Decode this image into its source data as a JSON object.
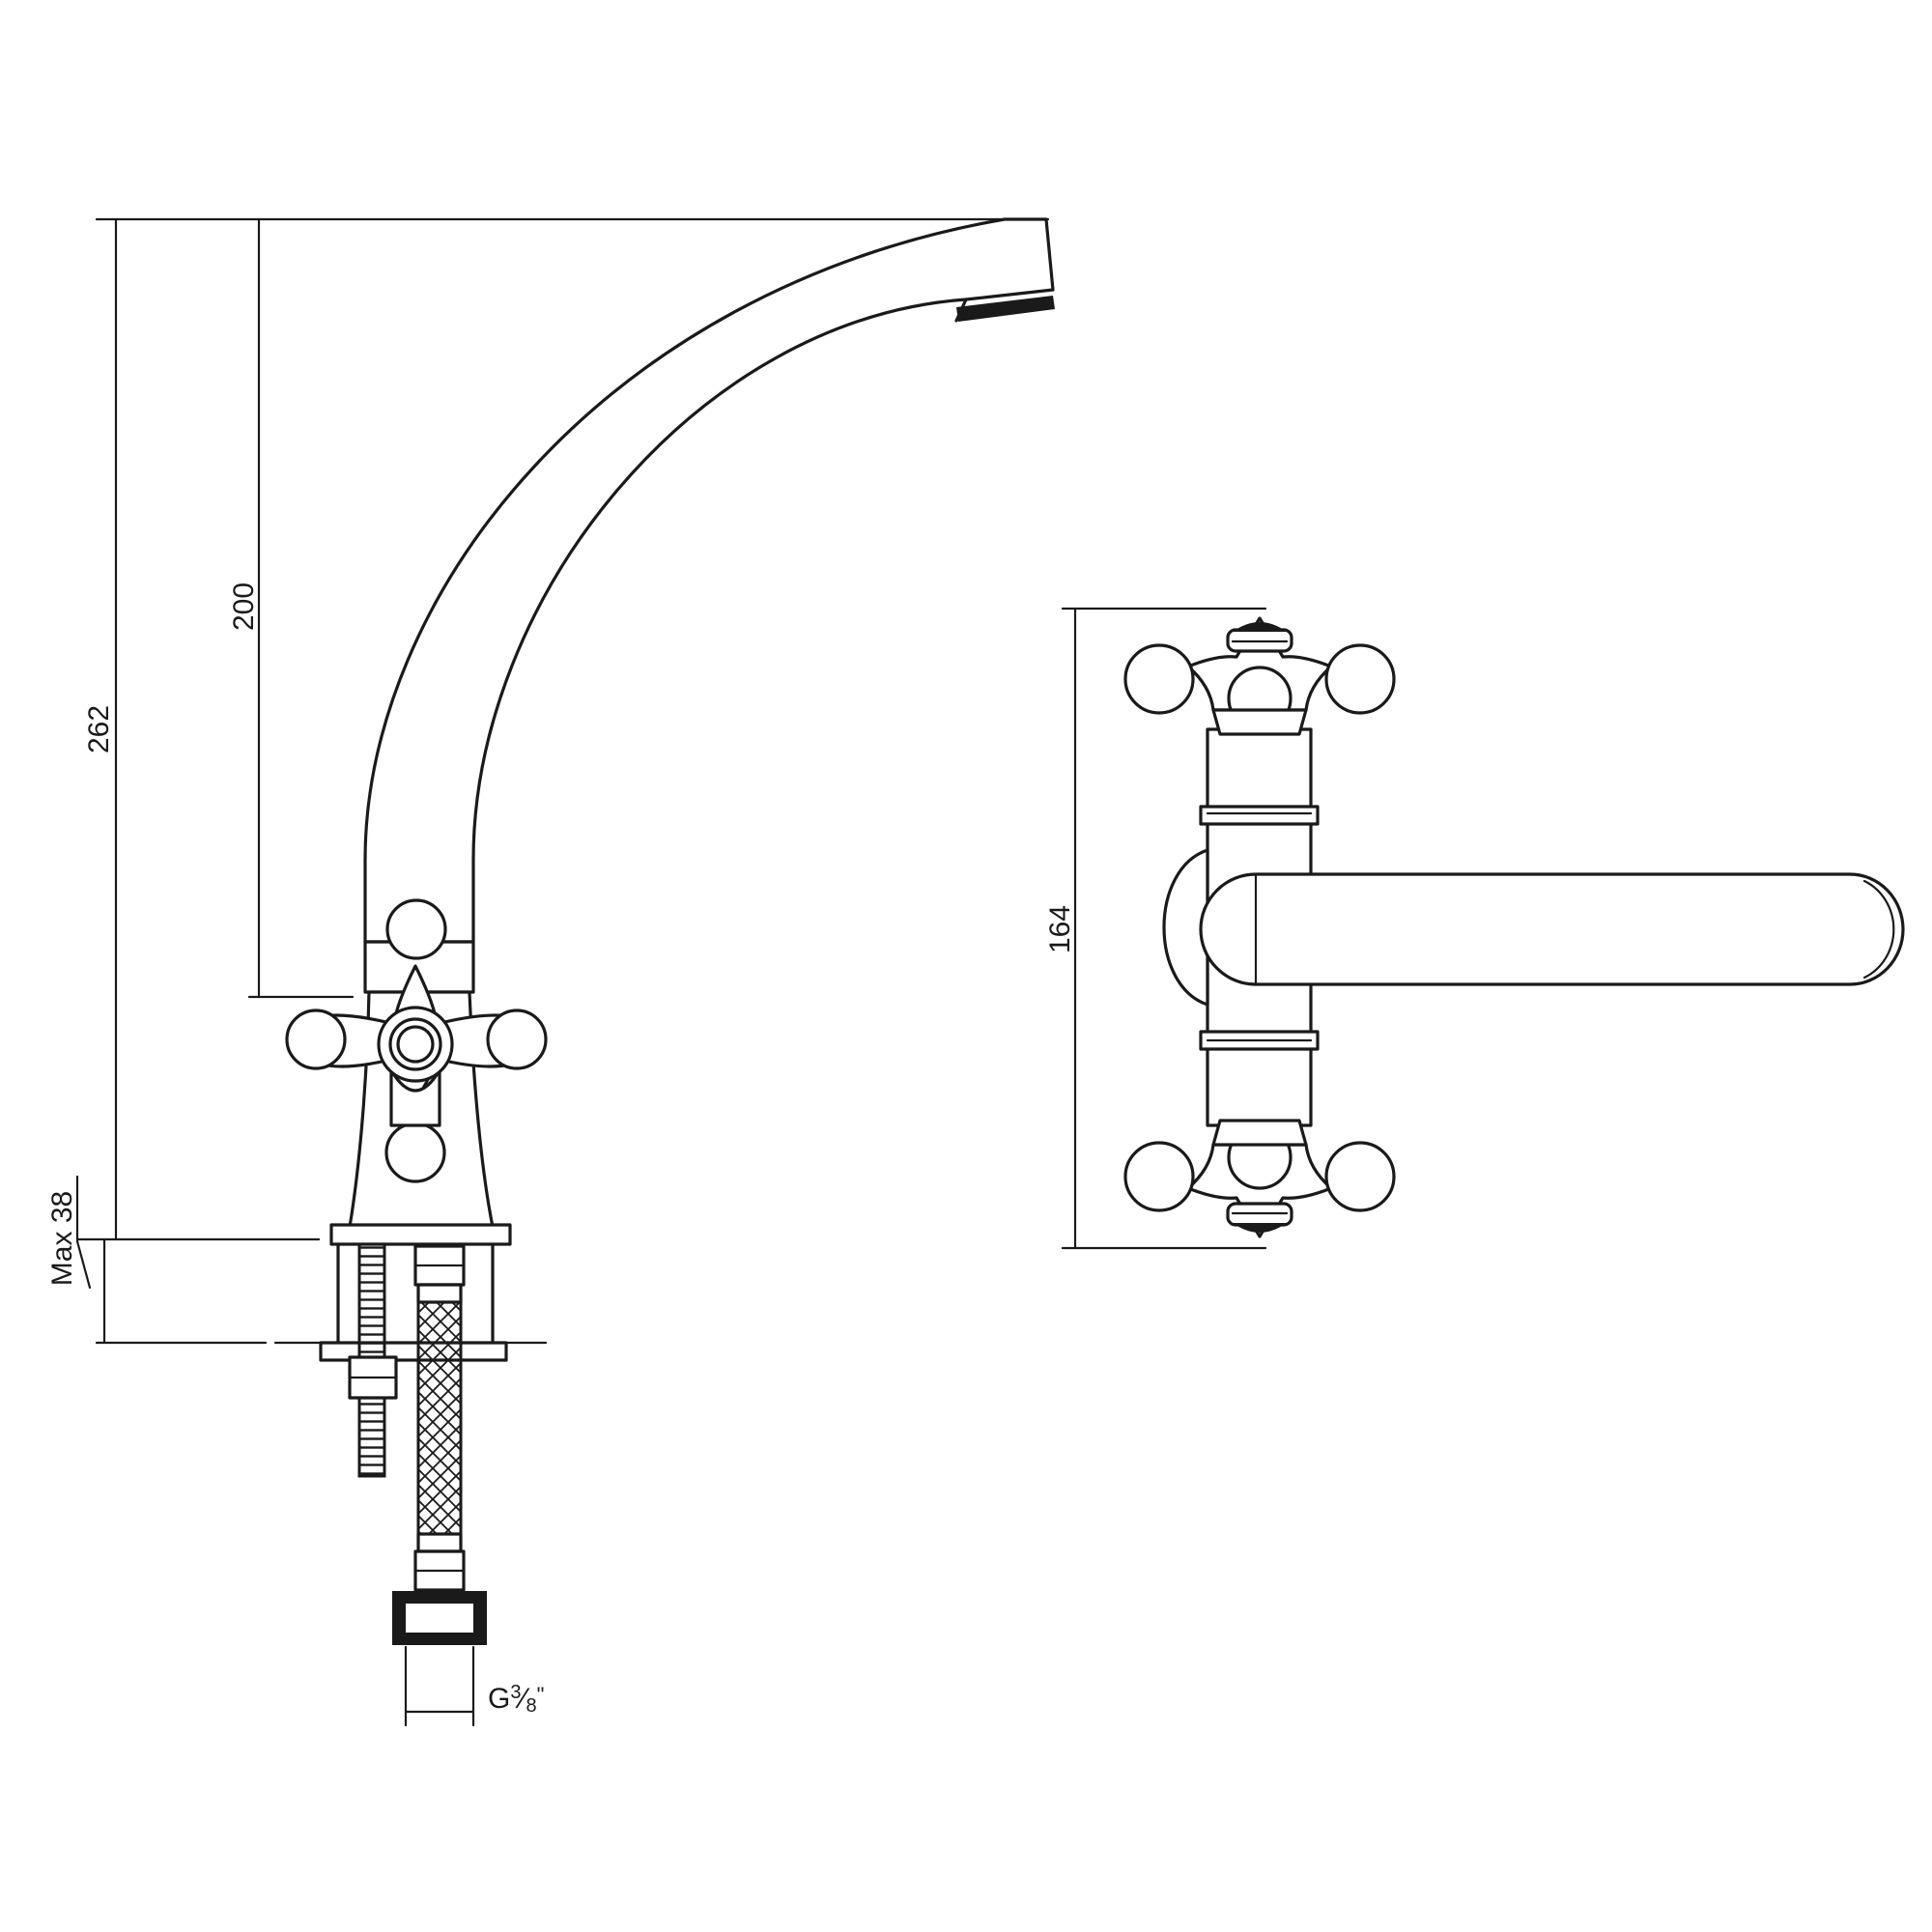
{
  "dimensions": {
    "overall_height": "262",
    "spout_height": "200",
    "max_thickness": "Max 38",
    "top_view_width": "164",
    "thread_prefix": "G",
    "thread_num": "3",
    "thread_slash": "⁄",
    "thread_den": "8",
    "thread_unit": "\""
  },
  "colors": {
    "line": "#1a1a1a",
    "background": "#ffffff"
  }
}
